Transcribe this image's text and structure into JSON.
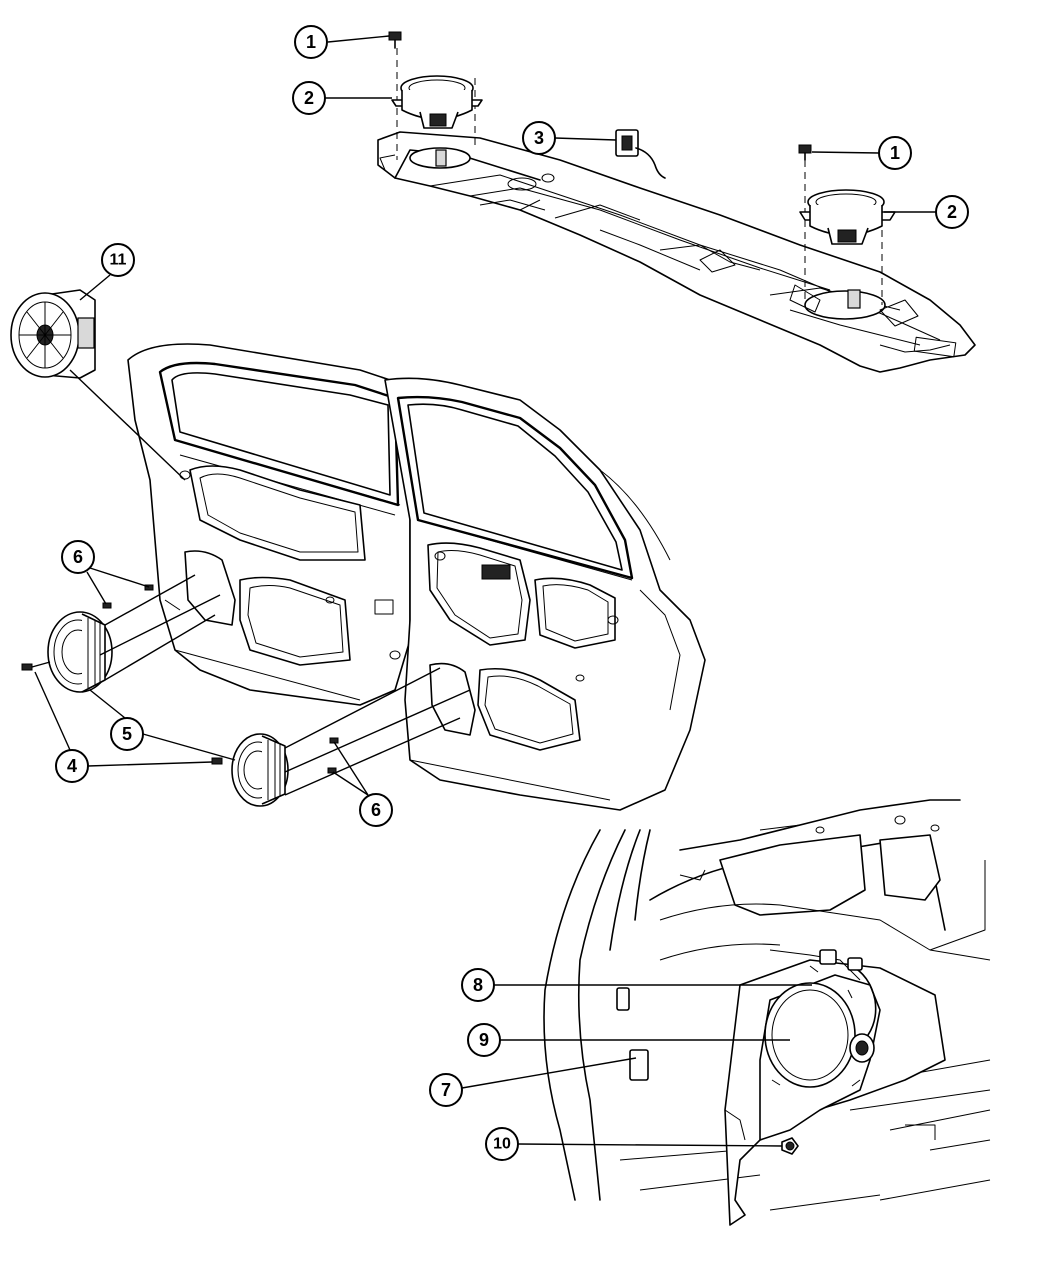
{
  "callouts": [
    {
      "id": "c1a",
      "label": "1"
    },
    {
      "id": "c2a",
      "label": "2"
    },
    {
      "id": "c3",
      "label": "3"
    },
    {
      "id": "c1b",
      "label": "1"
    },
    {
      "id": "c2b",
      "label": "2"
    },
    {
      "id": "c11",
      "label": "11"
    },
    {
      "id": "c6a",
      "label": "6"
    },
    {
      "id": "c5",
      "label": "5"
    },
    {
      "id": "c4",
      "label": "4"
    },
    {
      "id": "c6b",
      "label": "6"
    },
    {
      "id": "c8",
      "label": "8"
    },
    {
      "id": "c9",
      "label": "9"
    },
    {
      "id": "c7",
      "label": "7"
    },
    {
      "id": "c10",
      "label": "10"
    }
  ]
}
